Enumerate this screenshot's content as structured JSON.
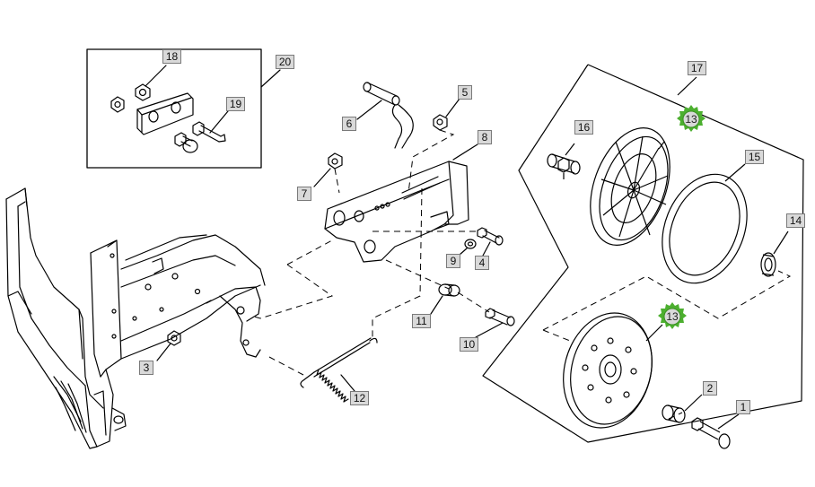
{
  "diagram": {
    "callouts": {
      "c1": "1",
      "c2": "2",
      "c3": "3",
      "c4": "4",
      "c5": "5",
      "c6": "6",
      "c7": "7",
      "c8": "8",
      "c9": "9",
      "c10": "10",
      "c11": "11",
      "c12": "12",
      "c14": "14",
      "c15": "15",
      "c16": "16",
      "c17": "17",
      "c18": "18",
      "c19": "19",
      "c20": "20"
    },
    "highlighted": {
      "label": "13",
      "color": "#4caf2f"
    }
  }
}
